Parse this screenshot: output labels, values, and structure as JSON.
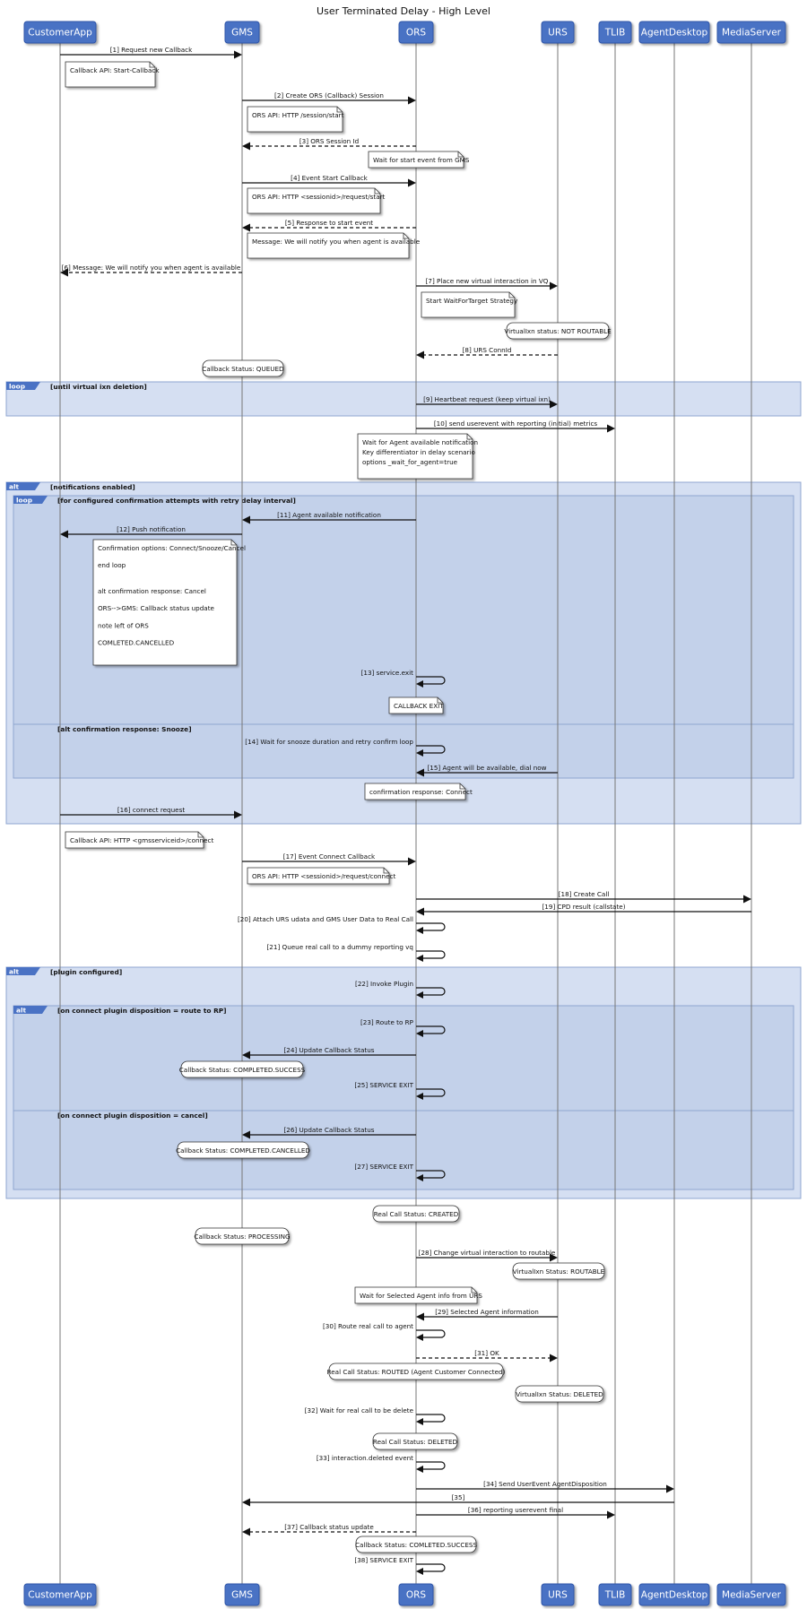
{
  "title": "User Terminated Delay - High Level",
  "colors": {
    "participant_fill": "#4a72c4",
    "participant_border": "#2f55a8",
    "group_fill": "#d5dff2",
    "group_inner_fill": "#c3d1ea",
    "group_border": "#8fa6d0",
    "group_tab": "#4a72c4",
    "lifeline": "#777777",
    "arrow": "#111111"
  },
  "participants": [
    {
      "id": "customerapp",
      "label": "CustomerApp"
    },
    {
      "id": "gms",
      "label": "GMS"
    },
    {
      "id": "ors",
      "label": "ORS"
    },
    {
      "id": "urs",
      "label": "URS"
    },
    {
      "id": "tlib",
      "label": "TLIB"
    },
    {
      "id": "agentdesktop",
      "label": "AgentDesktop"
    },
    {
      "id": "mediaserver",
      "label": "MediaServer"
    }
  ],
  "messages": [
    {
      "label": "[1] Request new Callback"
    },
    {
      "label": "[2] Create ORS (Callback) Session"
    },
    {
      "label": "[3] ORS Session Id"
    },
    {
      "label": "[4] Event Start Callback"
    },
    {
      "label": "[5] Response to start event"
    },
    {
      "label": "[6] Message: We will notify you when agent is available"
    },
    {
      "label": "[7] Place new virtual interaction in VQ"
    },
    {
      "label": "[8] URS ConnId"
    },
    {
      "label": "[9] Heartbeat request (keep virtual ixn)"
    },
    {
      "label": "[10] send userevent with reporting (initial) metrics"
    },
    {
      "label": "[11] Agent available notification"
    },
    {
      "label": "[12] Push notification"
    },
    {
      "label": "[13] service.exit"
    },
    {
      "label": "[14] Wait for snooze duration and retry confirm loop"
    },
    {
      "label": "[15] Agent will be available, dial now"
    },
    {
      "label": "[16] connect request"
    },
    {
      "label": "[17] Event Connect Callback"
    },
    {
      "label": "[18] Create Call"
    },
    {
      "label": "[19] CPD result (callstate)"
    },
    {
      "label": "[20] Attach URS udata and GMS User Data to Real Call"
    },
    {
      "label": "[21] Queue real call to a dummy reporting vq"
    },
    {
      "label": "[22] Invoke Plugin"
    },
    {
      "label": "[23] Route to RP"
    },
    {
      "label": "[24] Update Callback Status"
    },
    {
      "label": "[25] SERVICE EXIT"
    },
    {
      "label": "[26] Update Callback Status"
    },
    {
      "label": "[27] SERVICE EXIT"
    },
    {
      "label": "[28] Change virtual interaction to routable"
    },
    {
      "label": "[29] Selected Agent information"
    },
    {
      "label": "[30] Route real call to agent"
    },
    {
      "label": "[31] OK"
    },
    {
      "label": "[32] Wait for real call to be delete"
    },
    {
      "label": "[33] interaction.deleted event"
    },
    {
      "label": "[34] Send UserEvent AgentDisposition"
    },
    {
      "label": "[35]"
    },
    {
      "label": "[36] reporting userevent final"
    },
    {
      "label": "[37] Callback status update"
    },
    {
      "label": "[38] SERVICE EXIT"
    }
  ],
  "notes": [
    {
      "lines": [
        "Callback API: Start-Callback"
      ]
    },
    {
      "lines": [
        "ORS API: HTTP /session/start"
      ]
    },
    {
      "lines": [
        "Wait for start event from GMS"
      ]
    },
    {
      "lines": [
        "ORS API: HTTP <sessionid>/request/start"
      ]
    },
    {
      "lines": [
        "Message: We will notify you when agent is available"
      ]
    },
    {
      "lines": [
        "Start WaitForTarget Strategy"
      ]
    },
    {
      "lines": [
        "VirtualIxn status: NOT ROUTABLE"
      ]
    },
    {
      "lines": [
        "Callback Status: QUEUED"
      ]
    },
    {
      "lines": [
        "Wait for Agent available notification",
        "Key differentiator in delay scenario",
        "options _wait_for_agent=true"
      ]
    },
    {
      "lines": [
        "Confirmation options: Connect/Snooze/Cancel",
        "",
        "end loop",
        "",
        "",
        "alt confirmation response: Cancel",
        "",
        "ORS-->GMS: Callback status update",
        "",
        "note left of ORS",
        "",
        "COMLETED.CANCELLED"
      ]
    },
    {
      "lines": [
        "CALLBACK EXIT"
      ]
    },
    {
      "lines": [
        "confirmation response: Connect"
      ]
    },
    {
      "lines": [
        "Callback API: HTTP <gmsserviceid>/connect"
      ]
    },
    {
      "lines": [
        "ORS API: HTTP <sessionid>/request/connect"
      ]
    },
    {
      "lines": [
        "Callback Status: COMPLETED.SUCCESS"
      ]
    },
    {
      "lines": [
        "Callback Status: COMPLETED.CANCELLED"
      ]
    },
    {
      "lines": [
        "Real Call Status: CREATED"
      ]
    },
    {
      "lines": [
        "Callback Status: PROCESSING"
      ]
    },
    {
      "lines": [
        "VirtualIxn Status: ROUTABLE"
      ]
    },
    {
      "lines": [
        "Wait for Selected Agent info from URS"
      ]
    },
    {
      "lines": [
        "Real Call Status: ROUTED (Agent Customer Connected)"
      ]
    },
    {
      "lines": [
        "VirtualIxn Status: DELETED"
      ]
    },
    {
      "lines": [
        "Real Call Status: DELETED"
      ]
    },
    {
      "lines": [
        "Callback Status: COMLETED.SUCCESS"
      ]
    }
  ],
  "groups": [
    {
      "keyword": "loop",
      "condition": "[until virtual ixn deletion]"
    },
    {
      "keyword": "alt",
      "condition": "[notifications enabled]"
    },
    {
      "keyword": "loop",
      "condition": "[for configured confirmation attempts with retry delay interval]"
    },
    {
      "keyword": "",
      "condition": "[alt confirmation response: Snooze]"
    },
    {
      "keyword": "alt",
      "condition": "[plugin configured]"
    },
    {
      "keyword": "alt",
      "condition": "[on connect plugin disposition = route to RP]"
    },
    {
      "keyword": "",
      "condition": "[on connect plugin disposition = cancel]"
    }
  ]
}
